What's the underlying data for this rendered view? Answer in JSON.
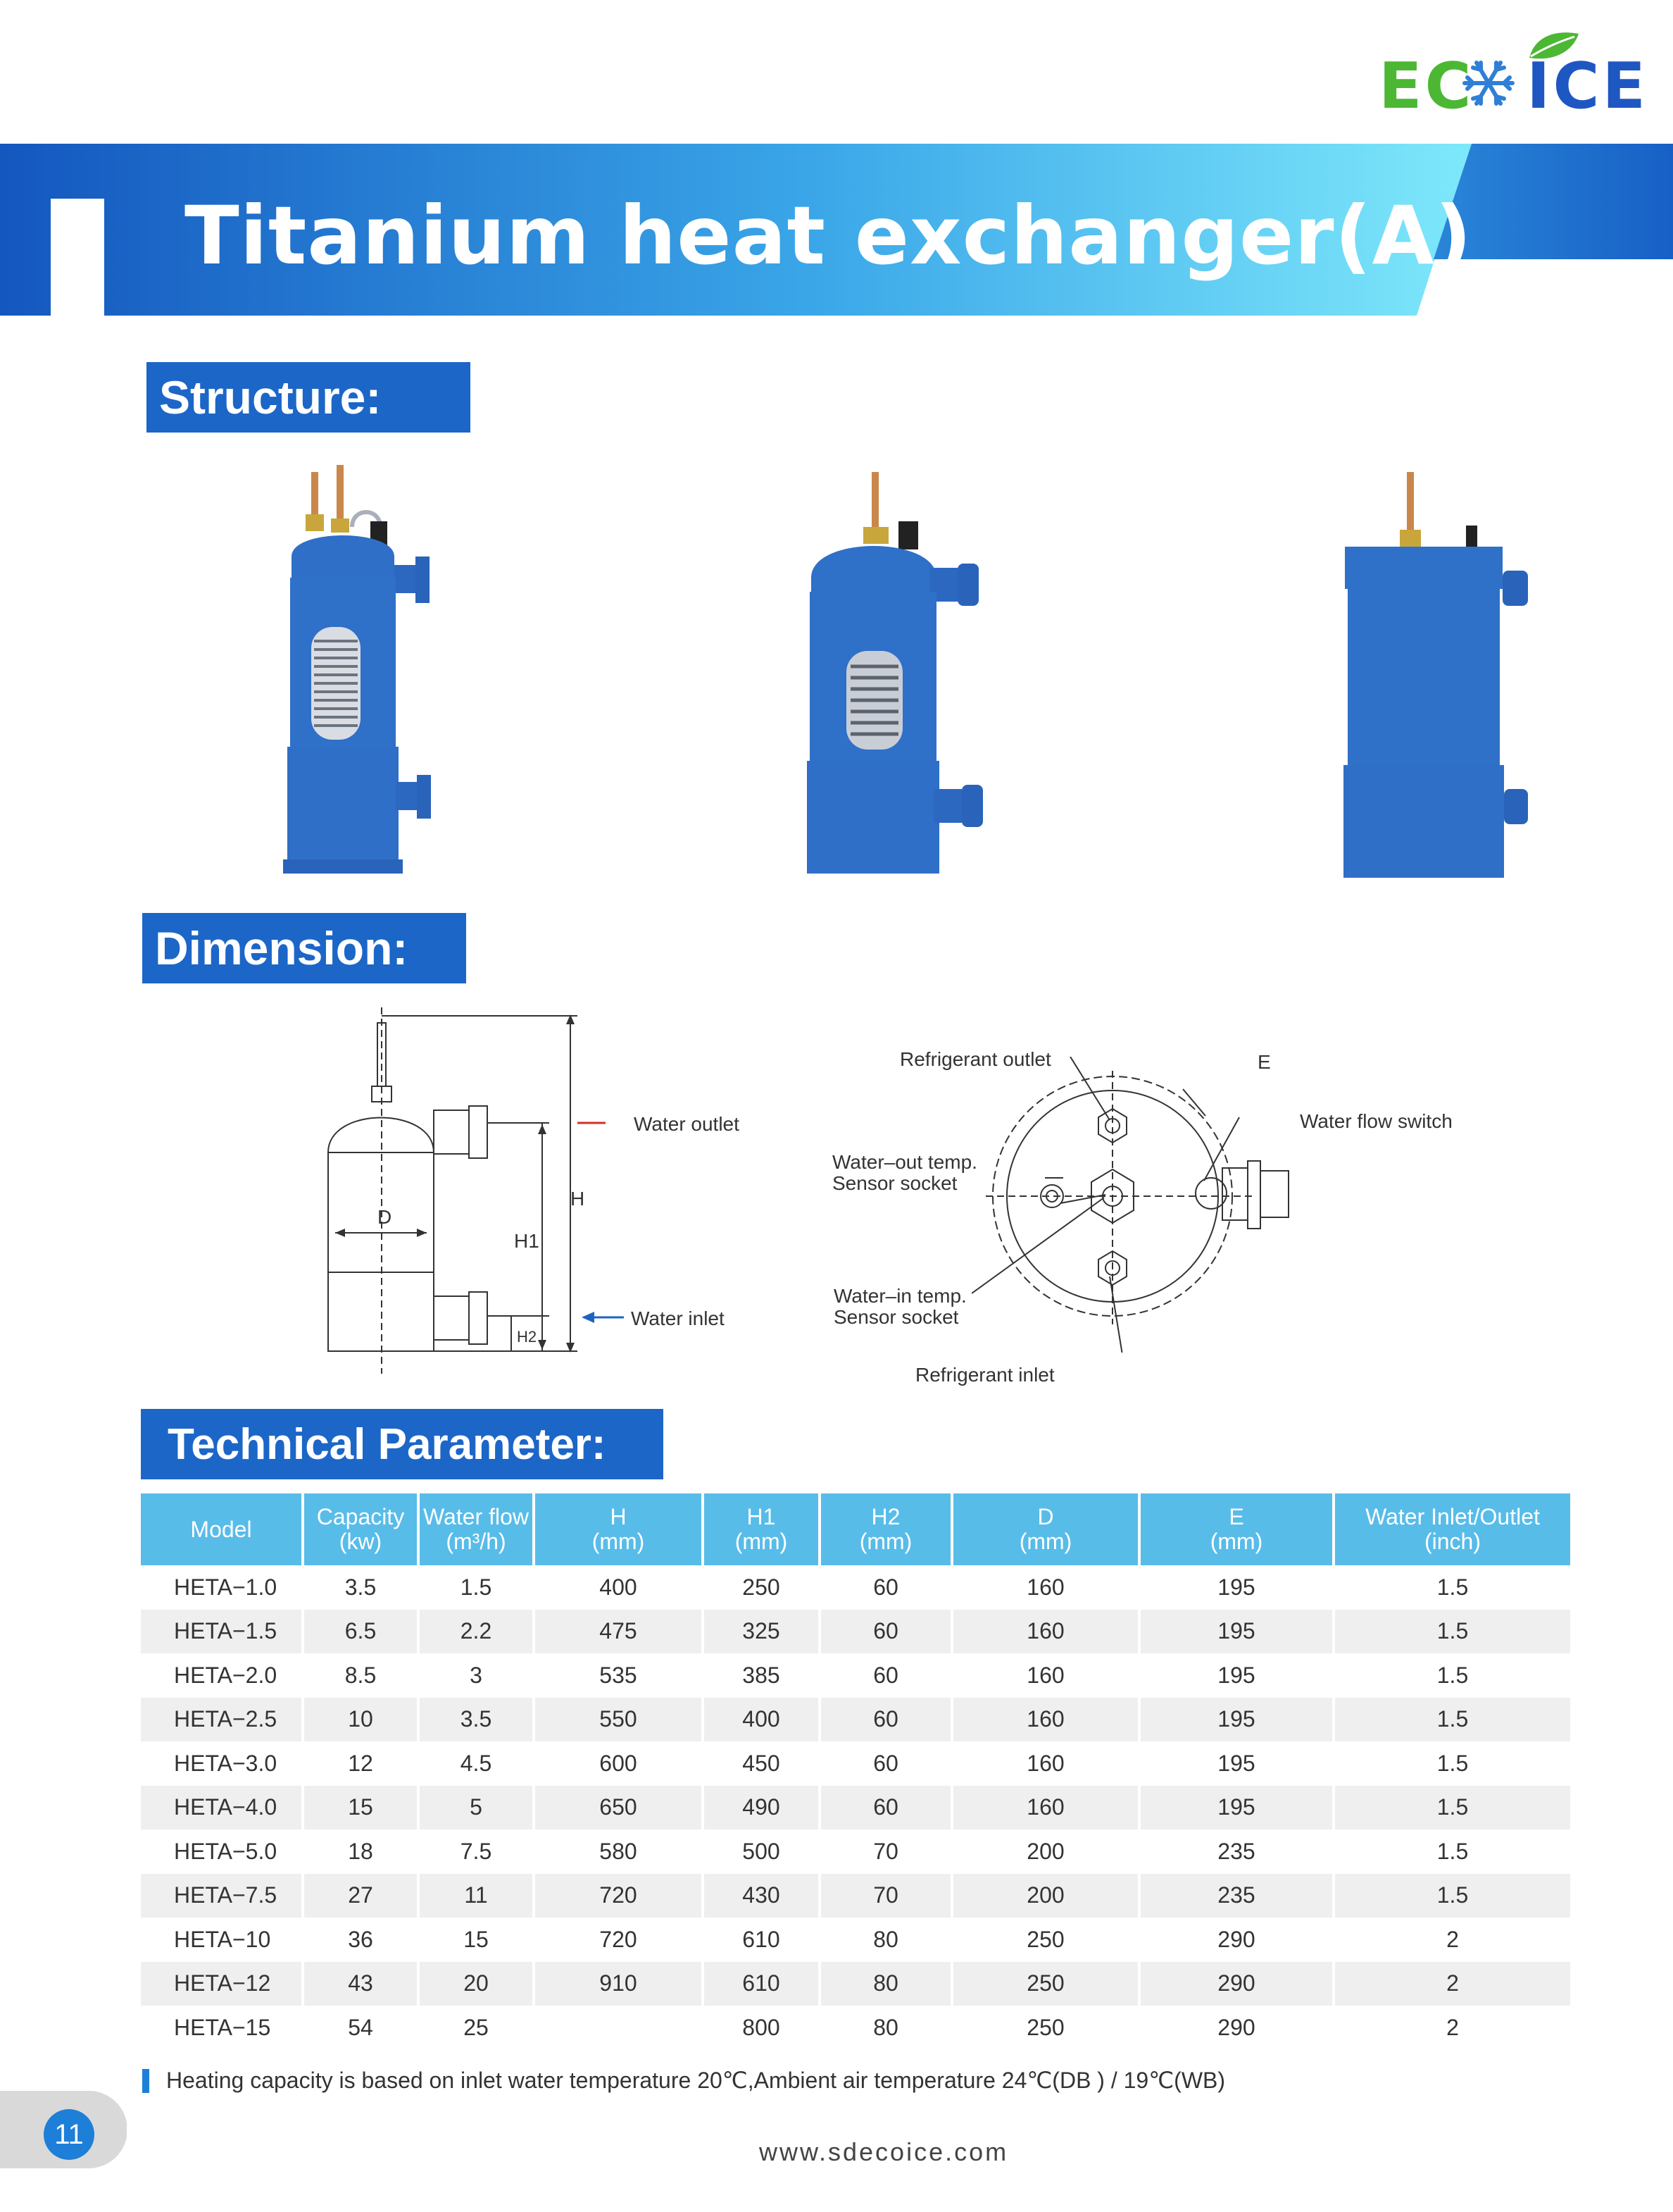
{
  "brand": {
    "logo_left": "EC",
    "logo_right": "ICE",
    "colors": {
      "green": "#4cb733",
      "blue": "#1f57c2"
    },
    "icon": "snowflake-leaf-icon"
  },
  "title": "Titanium heat exchanger(A)",
  "sections": {
    "structure": "Structure:",
    "dimension": "Dimension:",
    "technical": "Technical Parameter:"
  },
  "diagram": {
    "side": {
      "water_outlet": "Water outlet",
      "water_inlet": "Water inlet",
      "H": "H",
      "H1": "H1",
      "H2": "H2",
      "D": "D"
    },
    "top": {
      "refrigerant_outlet": "Refrigerant outlet",
      "E": "E",
      "water_flow_switch": "Water flow switch",
      "water_out_temp_1": "Water–out temp.",
      "water_out_temp_2": "Sensor socket",
      "water_in_temp_1": "Water–in temp.",
      "water_in_temp_2": "Sensor socket",
      "refrigerant_inlet": "Refrigerant inlet"
    }
  },
  "table": {
    "headers": [
      [
        "Model",
        ""
      ],
      [
        "Capacity",
        "(kw)"
      ],
      [
        "Water flow",
        "(m³/h)"
      ],
      [
        "H",
        "(mm)"
      ],
      [
        "H1",
        "(mm)"
      ],
      [
        "H2",
        "(mm)"
      ],
      [
        "D",
        "(mm)"
      ],
      [
        "E",
        "(mm)"
      ],
      [
        "Water Inlet/Outlet",
        "(inch)"
      ]
    ],
    "rows": [
      [
        "HETA−1.0",
        "3.5",
        "1.5",
        "400",
        "250",
        "60",
        "160",
        "195",
        "1.5"
      ],
      [
        "HETA−1.5",
        "6.5",
        "2.2",
        "475",
        "325",
        "60",
        "160",
        "195",
        "1.5"
      ],
      [
        "HETA−2.0",
        "8.5",
        "3",
        "535",
        "385",
        "60",
        "160",
        "195",
        "1.5"
      ],
      [
        "HETA−2.5",
        "10",
        "3.5",
        "550",
        "400",
        "60",
        "160",
        "195",
        "1.5"
      ],
      [
        "HETA−3.0",
        "12",
        "4.5",
        "600",
        "450",
        "60",
        "160",
        "195",
        "1.5"
      ],
      [
        "HETA−4.0",
        "15",
        "5",
        "650",
        "490",
        "60",
        "160",
        "195",
        "1.5"
      ],
      [
        "HETA−5.0",
        "18",
        "7.5",
        "580",
        "500",
        "70",
        "200",
        "235",
        "1.5"
      ],
      [
        "HETA−7.5",
        "27",
        "11",
        "720",
        "430",
        "70",
        "200",
        "235",
        "1.5"
      ],
      [
        "HETA−10",
        "36",
        "15",
        "720",
        "610",
        "80",
        "250",
        "290",
        "2"
      ],
      [
        "HETA−12",
        "43",
        "20",
        "910",
        "610",
        "80",
        "250",
        "290",
        "2"
      ],
      [
        "HETA−15",
        "54",
        "25",
        "",
        "800",
        "80",
        "250",
        "290",
        "2"
      ]
    ]
  },
  "note": "Heating capacity is based on inlet water temperature 20℃,Ambient air  temperature 24℃(DB ) / 19℃(WB)",
  "page_number": "11",
  "website": "www.sdecoice.com"
}
